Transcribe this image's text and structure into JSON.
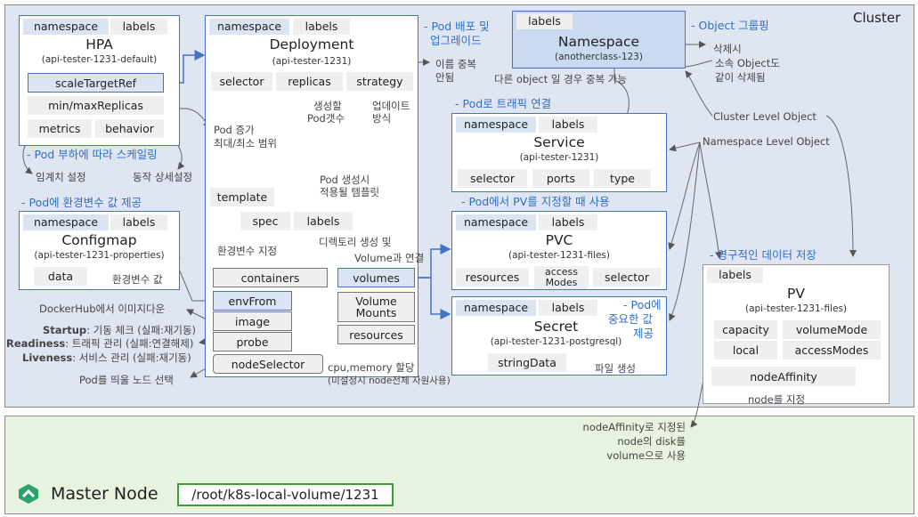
{
  "cluster_label": "Cluster",
  "hpa": {
    "ns": "namespace",
    "labels": "labels",
    "title": "HPA",
    "sub": "(api-tester-1231-default)",
    "scale_target": "scaleTargetRef",
    "min_max": "min/maxReplicas",
    "metrics": "metrics",
    "behavior": "behavior"
  },
  "hpa_notes": {
    "section": "- Pod 부하에 따라 스케일링",
    "threshold": "임계치 설정",
    "behavior": "동작 상세설정"
  },
  "configmap": {
    "section": "- Pod에 환경변수 값 제공",
    "ns": "namespace",
    "labels": "labels",
    "title": "Configmap",
    "sub": "(api-tester-1231-properties)",
    "data": "data",
    "data_note": "환경변수 값"
  },
  "deployment": {
    "ns": "namespace",
    "labels": "labels",
    "title": "Deployment",
    "sub": "(api-tester-1231)",
    "selector": "selector",
    "replicas": "replicas",
    "strategy": "strategy",
    "template": "template",
    "spec": "spec",
    "spec_labels": "labels",
    "containers": "containers",
    "envFrom": "envFrom",
    "image": "image",
    "probe": "probe",
    "nodeSelector": "nodeSelector",
    "volumes": "volumes",
    "volumeMounts": "Volume Mounts",
    "resources": "resources"
  },
  "deploy_notes": {
    "section_l1": "- Pod 배포 및",
    "section_l2": "업그레이드",
    "name_dup_l1": "이름 중복",
    "name_dup_l2": "안됨",
    "replicas_l1": "생성할",
    "replicas_l2": "Pod갯수",
    "strategy_l1": "업데이트",
    "strategy_l2": "방식",
    "pod_l1": "Pod 증가",
    "pod_l2": "최대/최소 범위",
    "template_l1": "Pod 생성시",
    "template_l2": "적용될 템플릿",
    "env_note": "환경변수 지정",
    "dir_l1": "디렉토리 생성 및",
    "dir_l2": "Volume과 연결",
    "docker": "DockerHub에서 이미지다운",
    "startup_b": "Startup",
    "startup": ": 기동 체크 (실패:재기동)",
    "readiness_b": "Readiness",
    "readiness": ": 트래픽 관리 (실패:연결해제)",
    "liveness_b": "Liveness",
    "liveness": ": 서비스 관리 (실패:재기동)",
    "node_sel": "Pod를 띄울 노드 선택",
    "cpu_l1": "cpu,memory 할당",
    "cpu_l2": "(미설정시 node전체 자원사용)"
  },
  "namespace": {
    "labels": "labels",
    "title": "Namespace",
    "sub": "(anotherclass-123)",
    "note": "다른 object 일 경우 중복 가능"
  },
  "group": {
    "section": "- Object 그룹핑",
    "del_l1": "삭제시",
    "del_l2": "소속 Object도",
    "del_l3": "같이 삭제됨",
    "cluster_level": "Cluster Level Object",
    "ns_level": "Namespace Level Object"
  },
  "service": {
    "section": "- Pod로 트래픽 연결",
    "ns": "namespace",
    "labels": "labels",
    "title": "Service",
    "sub": "(api-tester-1231)",
    "selector": "selector",
    "ports": "ports",
    "type": "type"
  },
  "pvc": {
    "section": "- Pod에서 PV를 지정할 때 사용",
    "ns": "namespace",
    "labels": "labels",
    "title": "PVC",
    "sub": "(api-tester-1231-files)",
    "resources": "resources",
    "access_l1": "access",
    "access_l2": "Modes",
    "selector": "selector"
  },
  "secret": {
    "section_l1": "- Pod에",
    "section_l2": "중요한 값",
    "section_l3": "제공",
    "ns": "namespace",
    "labels": "labels",
    "title": "Secret",
    "sub": "(api-tester-1231-postgresql)",
    "stringData": "stringData",
    "note": "파일 생성"
  },
  "pv": {
    "section": "- 영구적인 데이터 저장",
    "labels": "labels",
    "title": "PV",
    "sub": "(api-tester-1231-files)",
    "capacity": "capacity",
    "volumeMode": "volumeMode",
    "local": "local",
    "accessModes": "accessModes",
    "nodeAffinity": "nodeAffinity",
    "node_note": "node를 지정",
    "affinity_l1": "nodeAffinity로 지정된",
    "affinity_l2": "node의 disk를",
    "affinity_l3": "volume으로 사용"
  },
  "master": {
    "title": "Master Node",
    "path": "/root/k8s-local-volume/1231",
    "logo_icon": "k8s-logo-icon"
  },
  "colors": {
    "cluster_bg": "#dfe5f1",
    "master_bg": "#e7f2df",
    "accent": "#4472c4",
    "section_text": "#2f6fc4",
    "chip": "#efefef",
    "chip_blue": "#dbe4f2",
    "logo": "#2aa36b"
  }
}
